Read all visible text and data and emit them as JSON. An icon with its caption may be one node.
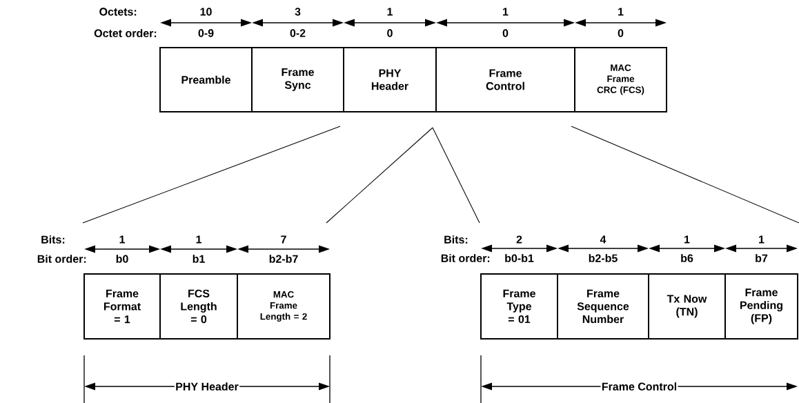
{
  "diagram": {
    "nodes": [
      {
        "text": [
          "Preamble"
        ]
      },
      {
        "text": [
          "Frame Sync"
        ]
      },
      {
        "text": [
          "PHY Header"
        ]
      },
      {
        "text": [
          "Frame Control"
        ]
      },
      {
        "text": [
          "MAC Frame CRC (FCS)"
        ]
      },
      {
        "text": [
          "Frame Format = 1"
        ]
      },
      {
        "text": [
          "FCS Length = 0"
        ]
      },
      {
        "text": [
          "MAC Frame Length = 2"
        ]
      },
      {
        "text": [
          "Frame Type = 01"
        ]
      },
      {
        "text": [
          "Frame Sequence Number"
        ]
      },
      {
        "text": [
          "Tx Now (TN)"
        ]
      },
      {
        "text": [
          "Frame Pending (FP)"
        ]
      }
    ],
    "edges": [],
    "labels": [
      "Octets:",
      "Octet order:",
      "10",
      "0-9",
      "3",
      "0-2",
      "1",
      "0",
      "1",
      "0",
      "1",
      "0",
      "Bits:",
      "Bit order:",
      "1",
      "b0",
      "1",
      "b1",
      "7",
      "b2-b7",
      "Bits:",
      "Bit order:",
      "2",
      "b0-b1",
      "4",
      "b2-b5",
      "1",
      "b6",
      "1",
      "b7",
      "PHY Header",
      "Frame Control"
    ]
  }
}
